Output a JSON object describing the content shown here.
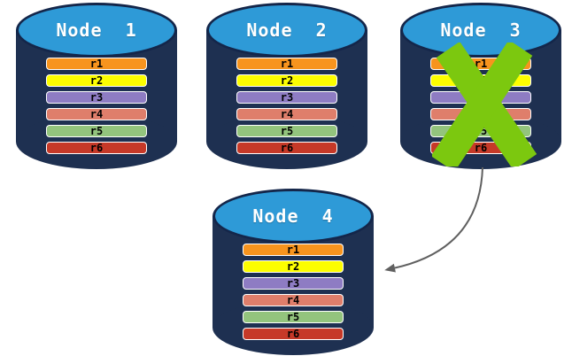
{
  "css_vars": {
    "--page-bg": "#ffffff",
    "--cyl-body": "#1E3051",
    "--cyl-top": "#2E9AD7",
    "--cyl-border": "#14264A",
    "--record-border": "#ffffff",
    "--record-text": "#000000",
    "--node-label-color": "#ffffff"
  },
  "diagram": {
    "nodes": [
      {
        "label": "Node  1",
        "records": [
          {
            "label": "r1",
            "color": "#F7941E"
          },
          {
            "label": "r2",
            "color": "#FDFE00"
          },
          {
            "label": "r3",
            "color": "#8E7CC3"
          },
          {
            "label": "r4",
            "color": "#DF7E6B"
          },
          {
            "label": "r5",
            "color": "#93C47D"
          },
          {
            "label": "r6",
            "color": "#C63928"
          }
        ]
      },
      {
        "label": "Node  2",
        "records": [
          {
            "label": "r1",
            "color": "#F7941E"
          },
          {
            "label": "r2",
            "color": "#FDFE00"
          },
          {
            "label": "r3",
            "color": "#8E7CC3"
          },
          {
            "label": "r4",
            "color": "#DF7E6B"
          },
          {
            "label": "r5",
            "color": "#93C47D"
          },
          {
            "label": "r6",
            "color": "#C63928"
          }
        ]
      },
      {
        "label": "Node  3",
        "records": [
          {
            "label": "r1",
            "color": "#F7941E"
          },
          {
            "label": "r2",
            "color": "#FDFE00"
          },
          {
            "label": "r3",
            "color": "#8E7CC3"
          },
          {
            "label": "r4",
            "color": "#DF7E6B"
          },
          {
            "label": "r5",
            "color": "#93C47D"
          },
          {
            "label": "r6",
            "color": "#C63928"
          }
        ]
      },
      {
        "label": "Node  4",
        "records": [
          {
            "label": "r1",
            "color": "#F7941E"
          },
          {
            "label": "r2",
            "color": "#FDFE00"
          },
          {
            "label": "r3",
            "color": "#8E7CC3"
          },
          {
            "label": "r4",
            "color": "#DF7E6B"
          },
          {
            "label": "r5",
            "color": "#93C47D"
          },
          {
            "label": "r6",
            "color": "#C63928"
          }
        ]
      }
    ],
    "x_mark": {
      "color": "#7CC80F"
    },
    "arrow": {
      "color": "#606060"
    }
  }
}
